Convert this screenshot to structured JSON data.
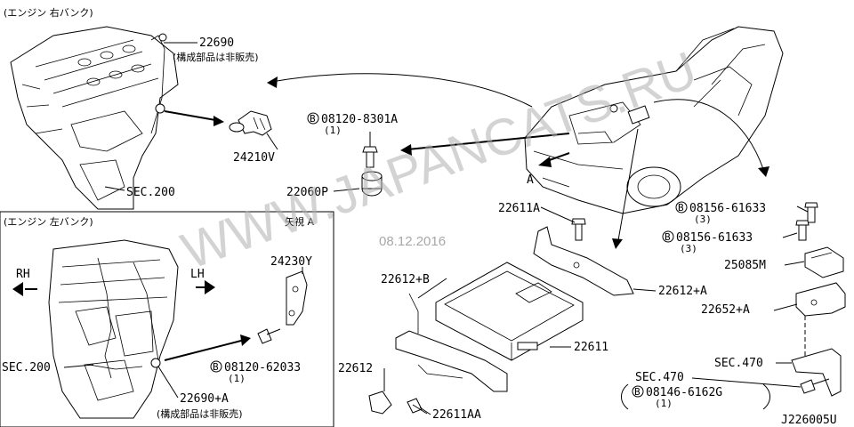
{
  "watermark": "WWW.JAPANCATS.RU",
  "date_stamp": "08.12.2016",
  "diagram_code": "J226005U",
  "captions": {
    "right_bank": "(エンジン 右バンク)",
    "left_bank": "(エンジン 左バンク)",
    "view_a": "矢視 A",
    "rh": "RH",
    "lh": "LH",
    "view_marker": "A"
  },
  "parts": {
    "p22690": "22690",
    "p22690_note": "(構成部品は非販売)",
    "p24210v": "24210V",
    "b08120_8301a": "08120-8301A",
    "b08120_8301a_qty": "(1)",
    "p22060p": "22060P",
    "sec200_top": "SEC.200",
    "p24230y": "24230Y",
    "sec200_bottom": "SEC.200",
    "b08120_62033": "08120-62033",
    "b08120_62033_qty": "(1)",
    "p22690a": "22690+A",
    "p22690a_note": "(構成部品は非販売)",
    "p22611a": "22611A",
    "p22612b": "22612+B",
    "p22612a": "22612+A",
    "p22611": "22611",
    "p22612": "22612",
    "p22611aa": "22611AA",
    "b08156_61633_1": "08156-61633",
    "b08156_61633_1_qty": "(3)",
    "b08156_61633_2": "08156-61633",
    "b08156_61633_2_qty": "(3)",
    "p25085m": "25085M",
    "p22652a": "22652+A",
    "sec470_1": "SEC.470",
    "sec470_2": "SEC.470",
    "b08146_6162g": "08146-6162G",
    "b08146_6162g_qty": "(1)",
    "bolt_prefix": "B"
  }
}
